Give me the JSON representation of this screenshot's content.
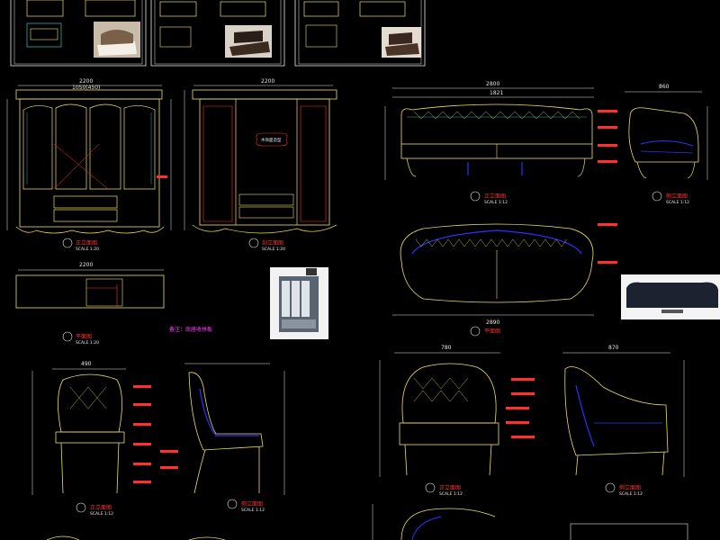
{
  "titles": {
    "wardrobe_front": "正立面图",
    "wardrobe_section": "剖立面图",
    "wardrobe_plan": "平面图",
    "sofa_front": "正立面图",
    "sofa_side": "侧立面图",
    "sofa_plan": "平面图",
    "chair_front": "正立面图",
    "chair_side": "侧立面图",
    "armchair_front": "正立面图",
    "armchair_side": "侧立面图"
  },
  "scales": {
    "s20": "SCALE 1:20",
    "s12": "SCALE 1:12"
  },
  "notes": {
    "wardrobe_note": "备注：底座收拼板",
    "oval_tag": "木饰面造型"
  },
  "dims": {
    "wardrobe_w": "2200",
    "wardrobe_split": "1050(450)",
    "section_w": "2200",
    "plan_w": "2200",
    "sofa_w": "2800",
    "sofa_inner": "1821",
    "sofa_side_w": "860",
    "sofa_plan_w": "2890",
    "chair_w": "490",
    "armchair_w": "780",
    "armchair_side_w": "870"
  },
  "colors": {
    "background": "#000000",
    "outline": "#f0e060",
    "dimension": "#e8e8e8",
    "leader": "#ff3030",
    "accent": "#3030ff",
    "cyan": "#40e0e0",
    "magenta": "#ff40ff"
  }
}
